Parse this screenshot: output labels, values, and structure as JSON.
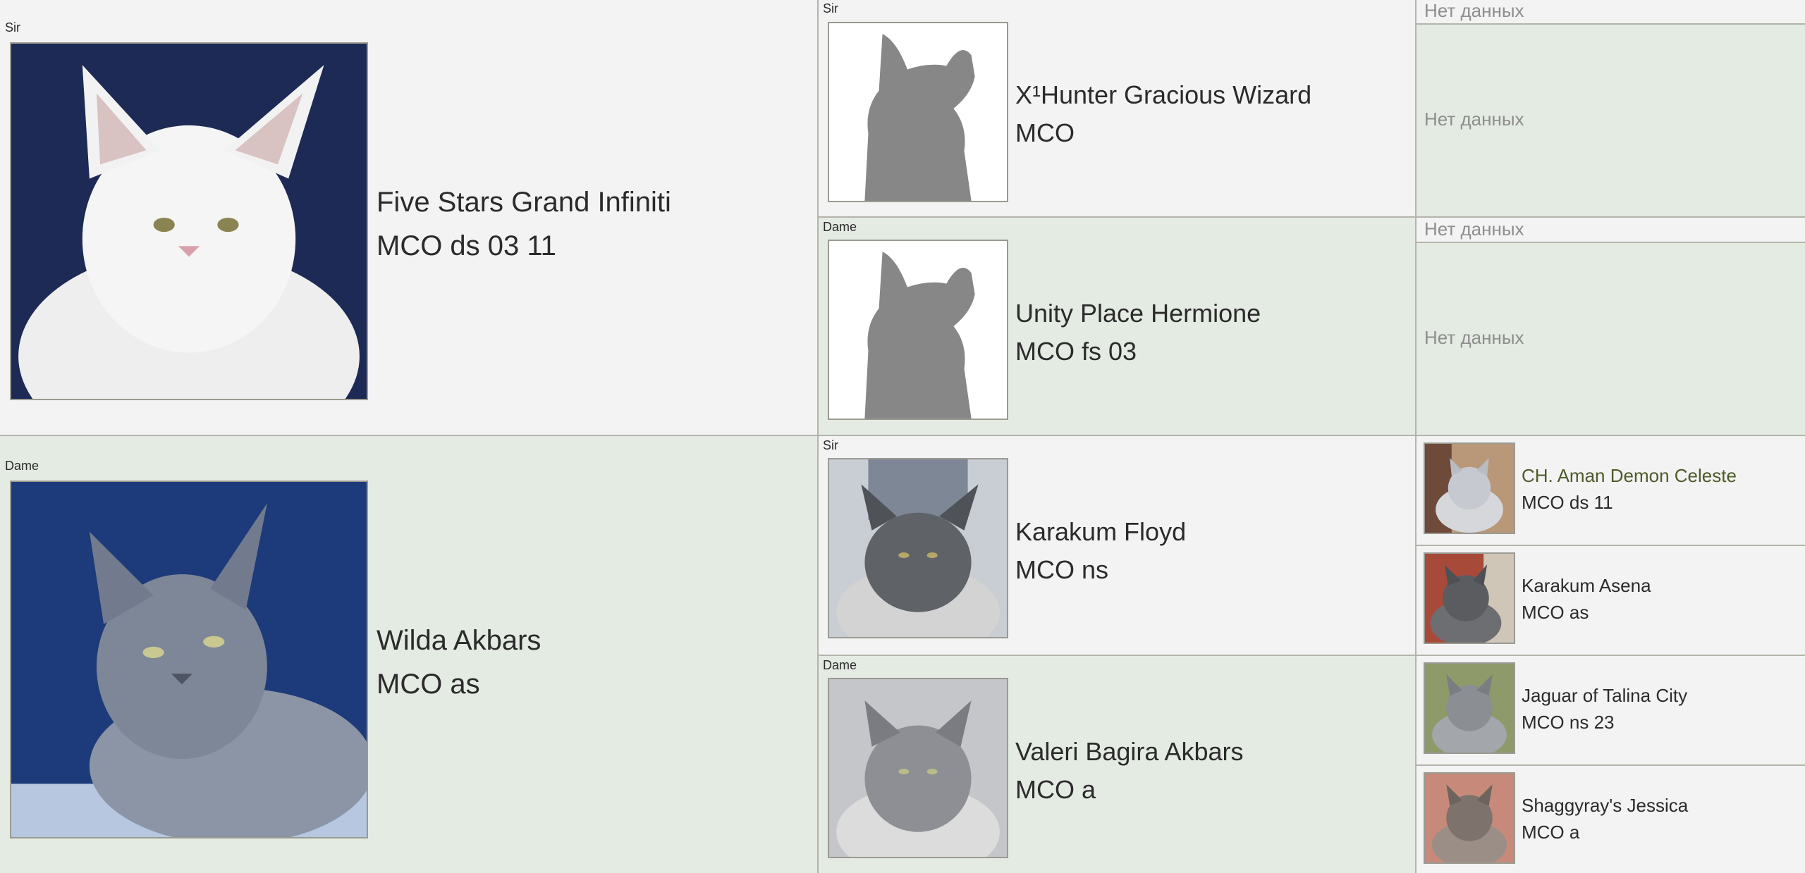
{
  "labels": {
    "sire": "Sir",
    "dame": "Dame",
    "no_data": "Нет данных"
  },
  "sire": {
    "name": "Five Stars Grand Infiniti",
    "breed": "MCO ds 03 11",
    "sire": {
      "name": "X¹Hunter Gracious Wizard",
      "breed": "MCO"
    },
    "dame": {
      "name": "Unity Place Hermione",
      "breed": "MCO fs 03"
    }
  },
  "dame": {
    "name": "Wilda Akbars",
    "breed": "MCO as",
    "sire": {
      "name": "Karakum Floyd",
      "breed": "MCO ns",
      "sire": {
        "name": "CH. Aman Demon Celeste",
        "breed": "MCO ds 11"
      },
      "dame": {
        "name": "Karakum Asena",
        "breed": "MCO as"
      }
    },
    "dame": {
      "name": "Valeri Bagira Akbars",
      "breed": "MCO a",
      "sire": {
        "name": "Jaguar of Talina City",
        "breed": "MCO ns 23"
      },
      "dame": {
        "name": "Shaggyray's Jessica",
        "breed": "MCO a"
      }
    }
  },
  "colors": {
    "row_light": "#f3f3f3",
    "row_green": "#e4ebe3",
    "border": "#b4b4ac",
    "link": "#4d5b2a",
    "no_data": "#8e8e8e"
  }
}
